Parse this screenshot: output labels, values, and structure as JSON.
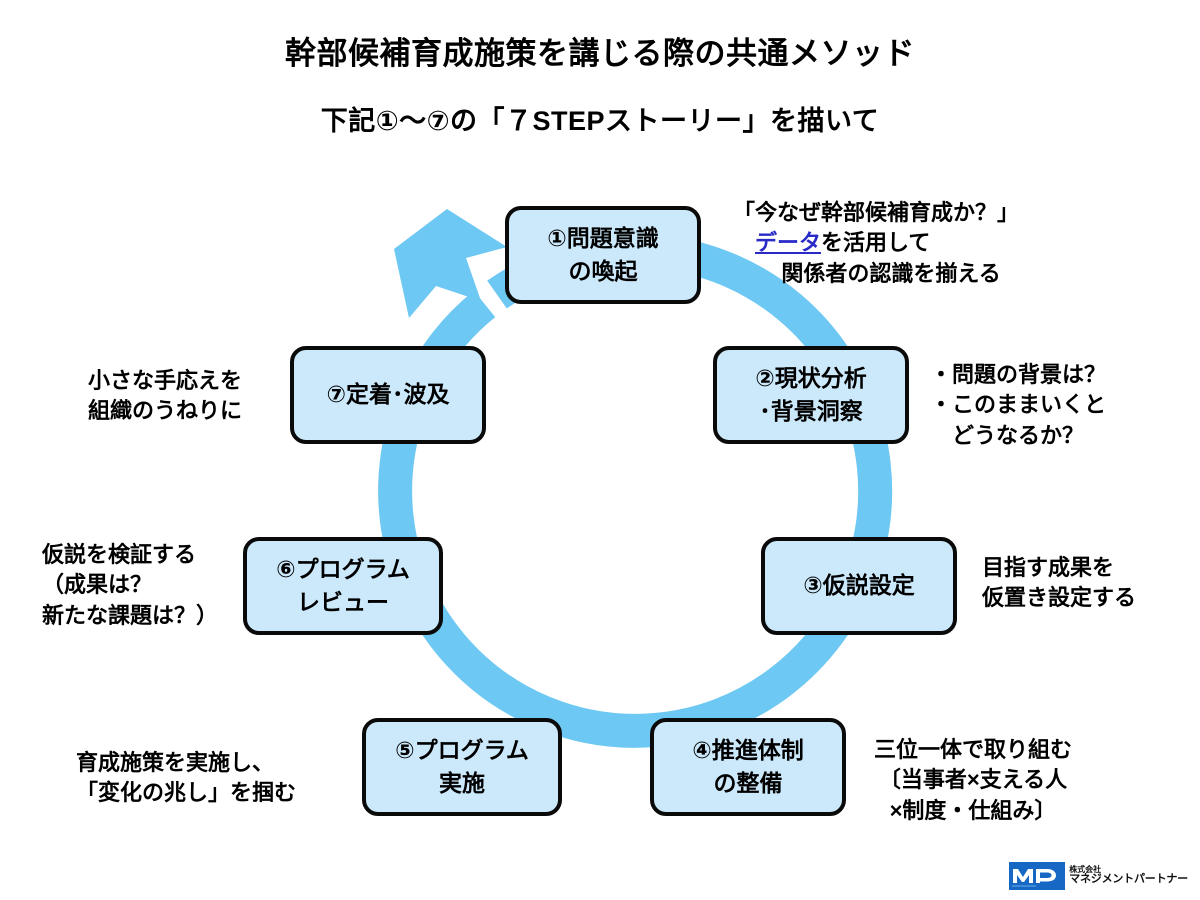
{
  "slide": {
    "title": "幹部候補育成施策を講じる際の共通メソッド",
    "subtitle": "下記①〜⑦の「７STEPストーリー」を描いて"
  },
  "cycle": {
    "ring_color": "#6DC8F3",
    "box_fill": "#CCE9FB",
    "box_border": "#0A0A0A",
    "arrow_icon": "circular-arrow-icon",
    "steps": [
      {
        "id": "step-1",
        "line1": "①問題意識",
        "line2": "の喚起"
      },
      {
        "id": "step-2",
        "line1": "②現状分析",
        "line2": "･背景洞察"
      },
      {
        "id": "step-3",
        "line1": "③仮説設定",
        "line2": ""
      },
      {
        "id": "step-4",
        "line1": "④推進体制",
        "line2": "の整備"
      },
      {
        "id": "step-5",
        "line1": "⑤プログラム",
        "line2": "実施"
      },
      {
        "id": "step-6",
        "line1": "⑥プログラム",
        "line2": "レビュー"
      },
      {
        "id": "step-7",
        "line1": "⑦定着･波及",
        "line2": ""
      }
    ]
  },
  "notes": {
    "step1": {
      "line1": "「今なぜ幹部候補育成か？」",
      "line2_highlight": "データ",
      "line2_rest": "を活用して",
      "line3": "関係者の認識を揃える",
      "highlight_color": "#2A2AC8"
    },
    "step2": {
      "line1": "・問題の背景は？",
      "line2": "・このままいくと",
      "line3": "どうなるか？"
    },
    "step3": {
      "line1": "目指す成果を",
      "line2": "仮置き設定する"
    },
    "step4": {
      "line1": "三位一体で取り組む",
      "line2": "〔当事者×支える人",
      "line3": "×制度・仕組み〕"
    },
    "step5": {
      "line1": "育成施策を実施し、",
      "line2": "「変化の兆し」を掴む"
    },
    "step6": {
      "line1": "仮説を検証する",
      "line2": "（成果は？",
      "line3": "新たな課題は？）"
    },
    "step7": {
      "line1": "小さな手応えを",
      "line2": "組織のうねりに"
    }
  },
  "logo": {
    "mark_text": "MP",
    "company_prefix": "株式会社",
    "company_name": "マネジメントパートナー",
    "mark_color": "#1668C4"
  }
}
